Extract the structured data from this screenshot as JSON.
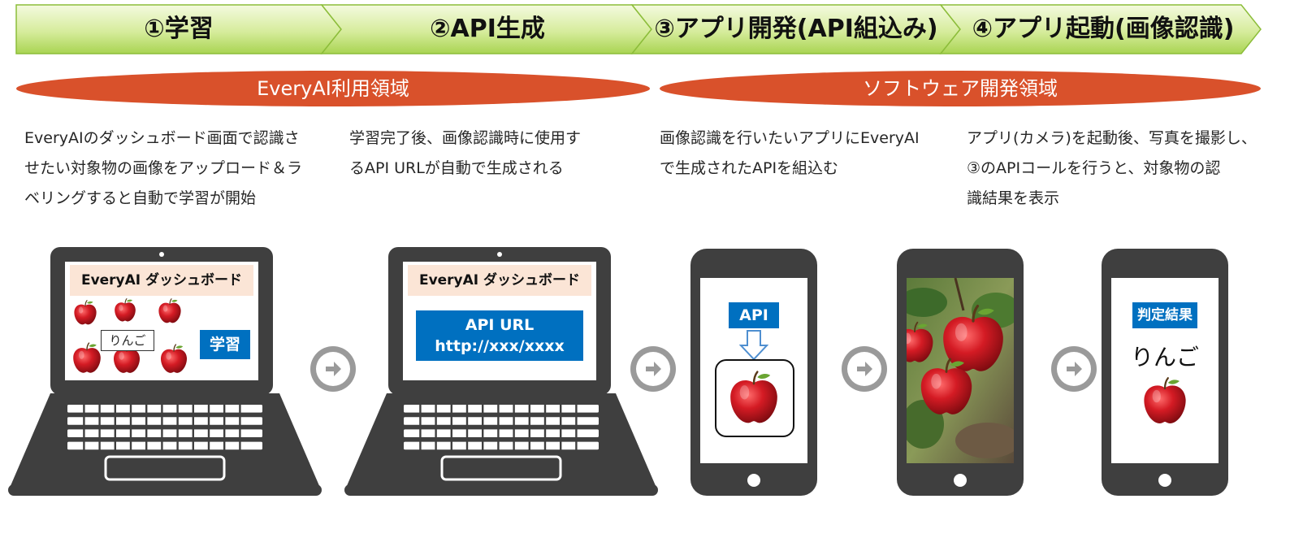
{
  "steps": [
    {
      "label": "①学習"
    },
    {
      "label": "②API生成"
    },
    {
      "label": "③アプリ開発(API組込み)"
    },
    {
      "label": "④アプリ起動(画像認識)"
    }
  ],
  "domains": [
    {
      "label": "EveryAI利用領域"
    },
    {
      "label": "ソフトウェア開発領域"
    }
  ],
  "descriptions": [
    {
      "lines": [
        "EveryAIのダッシュボード画面で認識さ",
        "せたい対象物の画像をアップロード＆ラ",
        "ベリングすると自動で学習が開始"
      ]
    },
    {
      "lines": [
        "学習完了後、画像認識時に使用す",
        "るAPI URLが自動で生成される"
      ]
    },
    {
      "lines": [
        "画像認識を行いたいアプリにEveryAI",
        "で生成されたAPIを組込む"
      ]
    },
    {
      "lines": [
        "アプリ(カメラ)を起動後、写真を撮影し、",
        "③のAPIコールを行うと、対象物の認",
        "識結果を表示"
      ]
    }
  ],
  "laptop1": {
    "dashboard_title": "EveryAI ダッシュボード",
    "tag_label": "りんご",
    "learn_button": "学習"
  },
  "laptop2": {
    "dashboard_title": "EveryAI ダッシュボード",
    "api_line1": "API URL",
    "api_line2": "http://xxx/xxxx"
  },
  "phone1": {
    "api_label": "API"
  },
  "phone3": {
    "result_label": "判定結果",
    "result_value": "りんご"
  },
  "colors": {
    "chevron_light": "#f2f9d8",
    "chevron_dark": "#a9d452",
    "chevron_border": "#8cbd3a",
    "domain": "#d9512b",
    "device": "#3f3f3f",
    "blue": "#0070c0",
    "dash_bg": "#fbe5d6",
    "arrow": "#9a9a9a"
  }
}
